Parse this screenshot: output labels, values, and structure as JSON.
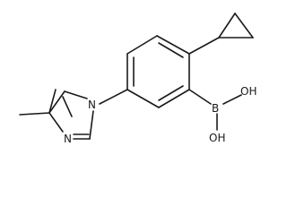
{
  "molecule": {
    "atom_labels": {
      "nitrogen_1": "N",
      "nitrogen_2": "N",
      "boron": "B",
      "hydroxyl_top": "OH",
      "hydroxyl_bottom": "OH"
    }
  },
  "colors": {
    "bond": "#1a1a1a",
    "background": "#ffffff"
  }
}
